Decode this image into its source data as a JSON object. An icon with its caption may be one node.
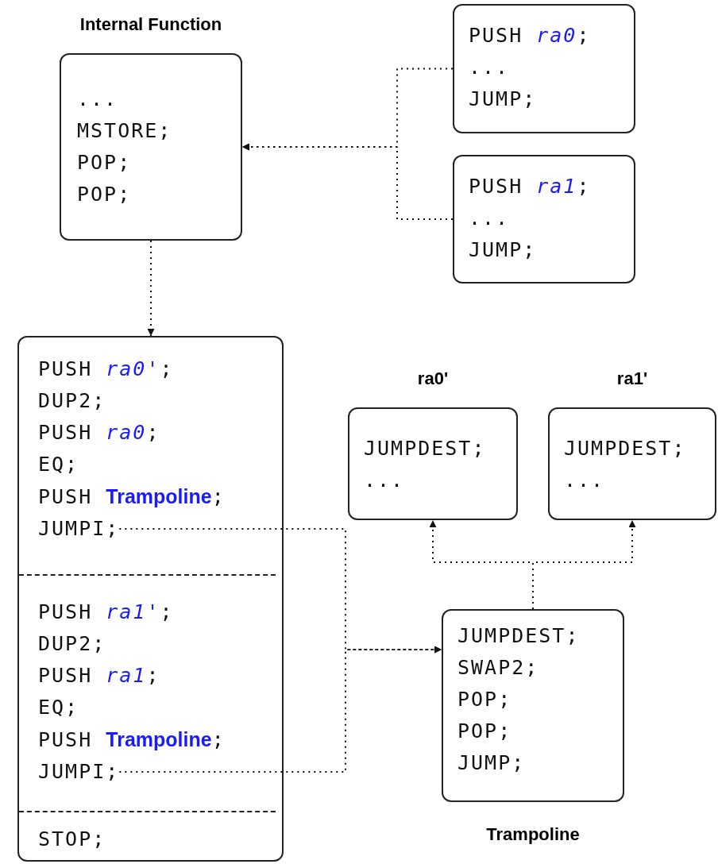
{
  "diagram": {
    "nodes": [
      {
        "text": [
          "Internal Function",
          "...",
          "MSTORE;",
          "POP;",
          "POP;"
        ]
      },
      {
        "text": [
          "PUSH *ra0*;",
          "...",
          "JUMP;"
        ]
      },
      {
        "text": [
          "PUSH *ra1*;",
          "...",
          "JUMP;"
        ]
      },
      {
        "text": [],
        "shape": "box"
      },
      {
        "text": [
          "PUSH *ra0'*;",
          "DUP2;",
          "PUSH *ra0*;",
          "EQ;",
          "PUSH **Trampoline**;"
        ],
        "in": 3
      },
      {
        "text": [
          "JUMPI;"
        ],
        "in": 4
      },
      {
        "text": [
          "PUSH *ra1'*;",
          "DUP2;",
          "PUSH *ra1*;",
          "EQ;",
          "PUSH **Trampoline**;"
        ],
        "in": 3
      },
      {
        "text": [
          "JUMPI;"
        ],
        "in": 6
      },
      {
        "text": [
          "STOP;"
        ],
        "in": 3
      },
      {
        "text": [
          "ra0'",
          "JUMPDEST;",
          "..."
        ]
      },
      {
        "text": [
          "ra1'",
          "JUMPDEST;",
          "..."
        ]
      },
      {
        "text": [
          "JUMPDEST;",
          "SWAP2;",
          "POP;",
          "POP;",
          "JUMP;"
        ],
        "beside": [
          "Trampoline"
        ]
      }
    ],
    "edges": [
      {
        "from": 1,
        "to": 0,
        "arrow": "to"
      },
      {
        "from": 2,
        "to": 0,
        "arrow": "to"
      },
      {
        "from": 0,
        "to": 3,
        "arrow": "to"
      },
      {
        "from": 5,
        "to": 11,
        "arrow": "to"
      },
      {
        "from": 7,
        "to": 11,
        "arrow": "to"
      },
      {
        "from": 11,
        "to": 9,
        "arrow": "to"
      },
      {
        "from": 11,
        "to": 10,
        "arrow": "to"
      }
    ]
  }
}
